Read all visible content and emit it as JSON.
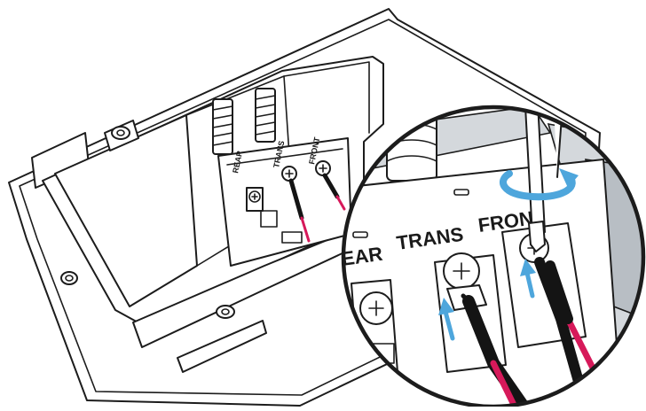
{
  "terminal_labels": {
    "rear": "REAR",
    "trans": "TRANS",
    "front": "FRONT"
  },
  "zoom_labels": {
    "rear": "EAR",
    "trans": "TRANS",
    "front": "FRON"
  },
  "colors": {
    "line": "#1c1c1c",
    "wire_red": "#d6195a",
    "wire_black": "#141414",
    "arrow_blue": "#4ea6dc",
    "shade": "#d4d8dc"
  },
  "icons": {
    "screw": "phillips-screw-icon",
    "screwdriver": "screwdriver-icon",
    "rotate": "rotate-arrow-icon",
    "insert": "insert-arrow-icon"
  }
}
